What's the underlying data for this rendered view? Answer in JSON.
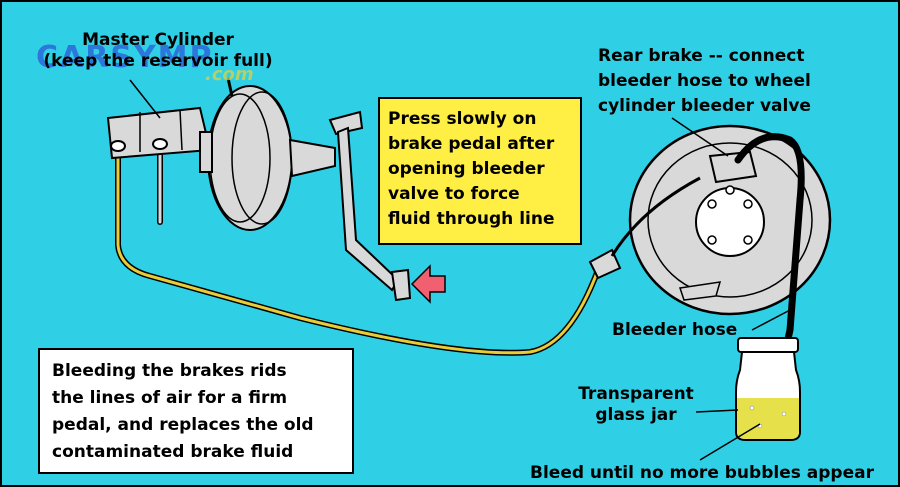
{
  "watermark": {
    "brand": "CARSYMP",
    "domain": ".com"
  },
  "labels": {
    "master_cylinder": "Master Cylinder",
    "master_cylinder_note": "(keep the reservoir full)",
    "rear_brake": [
      "Rear brake -- connect",
      "bleeder hose to wheel",
      "cylinder bleeder valve"
    ],
    "bleeder_hose": "Bleeder hose",
    "glass_jar": [
      "Transparent",
      "glass jar"
    ],
    "bleed_until": "Bleed until no more bubbles appear"
  },
  "callout_press": [
    "Press slowly on",
    "brake pedal after",
    "opening bleeder",
    "valve to force",
    "fluid through line"
  ],
  "info_box": [
    "Bleeding the brakes rids",
    "the lines of air for a firm",
    "pedal, and replaces the old",
    "contaminated brake fluid"
  ],
  "colors": {
    "background": "#2fd0e6",
    "callout": "#ffee44",
    "info_box": "#ffffff",
    "brake_line": "#e8cc3a",
    "fluid": "#e6e04a",
    "arrow": "#f06070",
    "hardware": "#d9d9d9"
  }
}
